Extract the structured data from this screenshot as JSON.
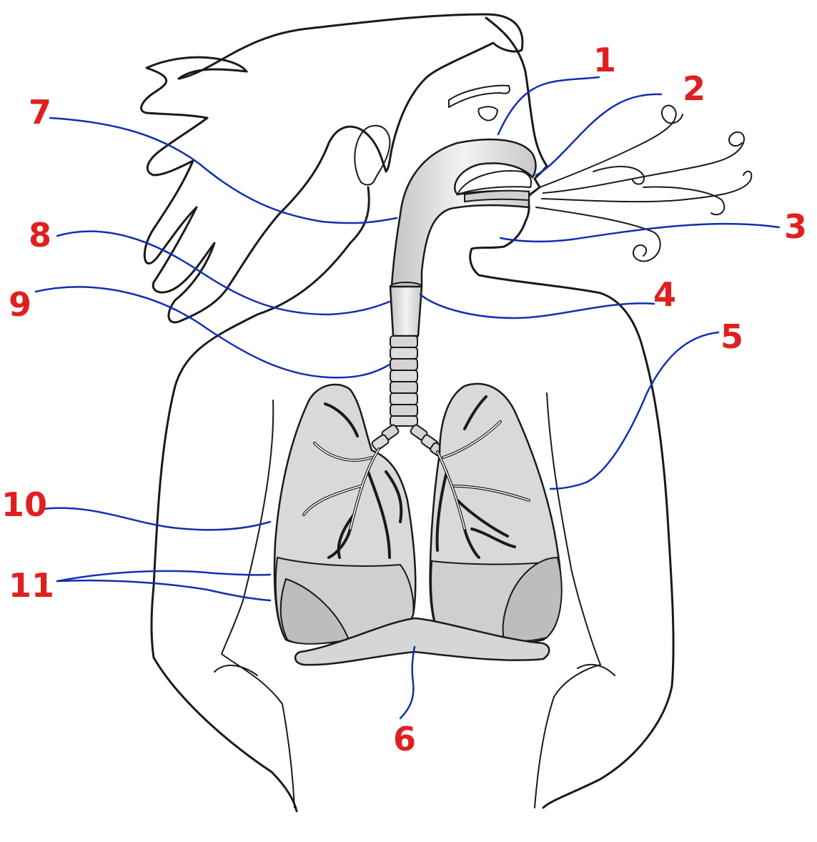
{
  "labels": [
    "1",
    "2",
    "3",
    "4",
    "5",
    "6",
    "7",
    "8",
    "9",
    "10",
    "11"
  ],
  "colors": {
    "label": "#e02020",
    "leader": "#1030b0",
    "outline": "#1a1a1a",
    "fill": "#d9d9d9"
  }
}
